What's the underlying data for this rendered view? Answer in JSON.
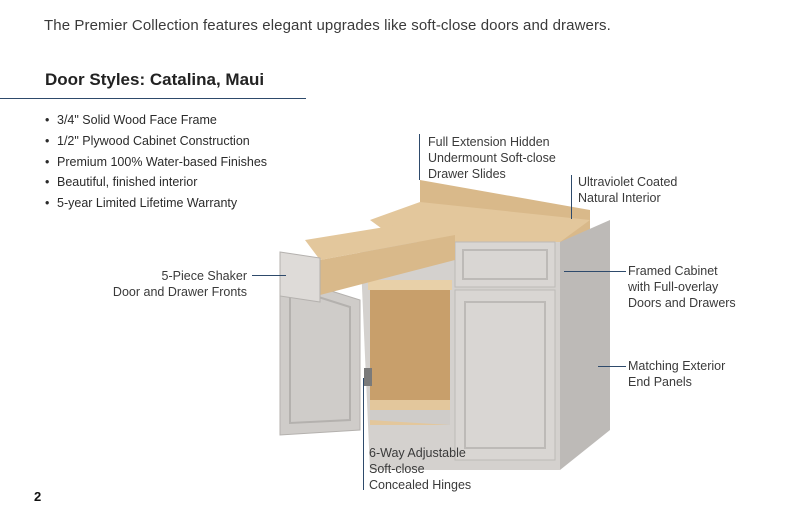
{
  "intro": "The Premier Collection features elegant upgrades like soft-close doors and drawers.",
  "heading": "Door Styles: Catalina, Maui",
  "bullets": [
    "3/4\" Solid Wood Face Frame",
    "1/2\" Plywood Cabinet Construction",
    "Premium 100% Water-based Finishes",
    "Beautiful, finished interior",
    "5-year Limited Lifetime Warranty"
  ],
  "callouts": {
    "slides": [
      "Full Extension Hidden",
      "Undermount Soft-close",
      "Drawer Slides"
    ],
    "uv": [
      "Ultraviolet Coated",
      "Natural Interior"
    ],
    "shaker": [
      "5-Piece Shaker",
      "Door and Drawer Fronts"
    ],
    "framed": [
      "Framed Cabinet",
      "with Full-overlay",
      "Doors and Drawers"
    ],
    "end_panels": [
      "Matching Exterior",
      "End Panels"
    ],
    "hinges": [
      "6-Way Adjustable",
      "Soft-close",
      "Concealed Hinges"
    ]
  },
  "page_number": "2",
  "colors": {
    "accent_line": "#2e4a6b",
    "cabinet": "#d4d1ce",
    "interior_wood": "#d9b98a"
  }
}
